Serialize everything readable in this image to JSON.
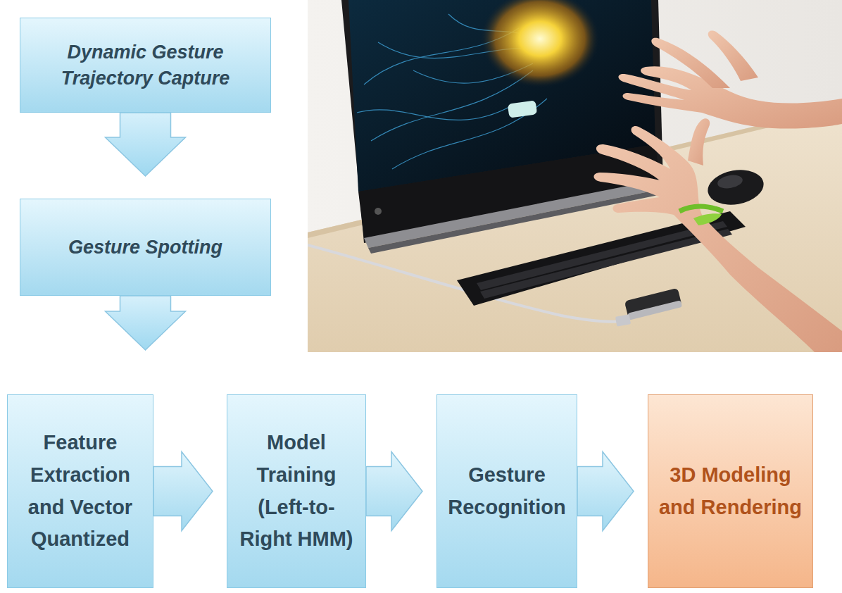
{
  "diagram": {
    "nodes": [
      {
        "text": [
          "Dynamic Gesture Trajectory Capture"
        ]
      },
      {
        "text": [
          "Gesture Spotting"
        ]
      },
      {
        "text": [
          "Feature Extraction and Vector Quantized"
        ]
      },
      {
        "text": [
          "Model Training (Left-to-Right HMM)"
        ]
      },
      {
        "text": [
          "Gesture Recognition"
        ]
      },
      {
        "text": [
          "3D Modeling and Rendering"
        ]
      }
    ],
    "edges": [
      {
        "from": 0,
        "to": 1,
        "arrow": "to"
      },
      {
        "from": 1,
        "to": 2,
        "arrow": "to"
      },
      {
        "from": 2,
        "to": 3,
        "arrow": "to"
      },
      {
        "from": 3,
        "to": 4,
        "arrow": "to"
      },
      {
        "from": 4,
        "to": 5,
        "arrow": "to"
      }
    ]
  }
}
